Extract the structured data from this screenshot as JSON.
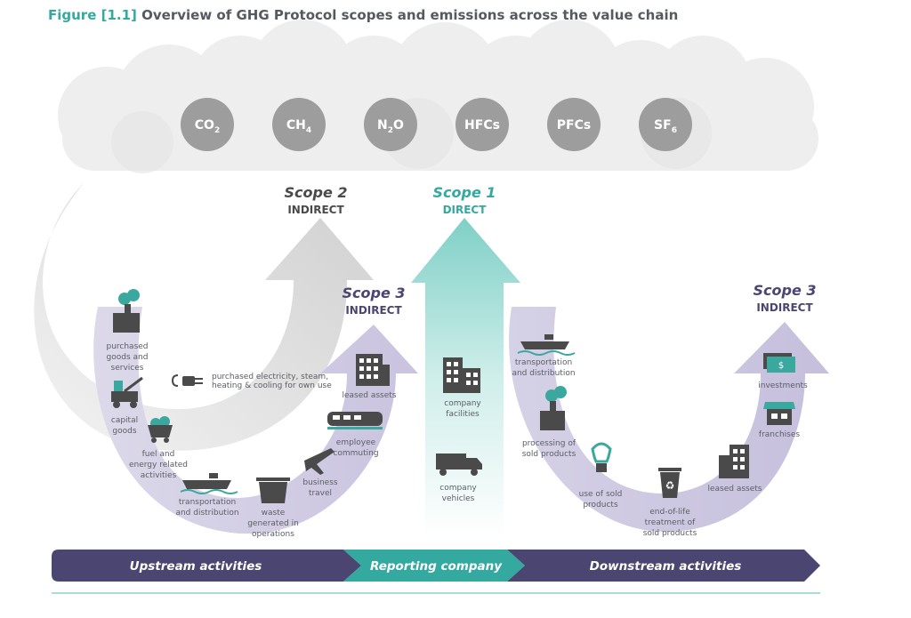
{
  "figure": {
    "number": "Figure [1.1]",
    "title": "Overview of GHG Protocol scopes and emissions across the value chain"
  },
  "gases": [
    {
      "base": "CO",
      "sub": "2"
    },
    {
      "base": "CH",
      "sub": "4"
    },
    {
      "base": "N",
      "sub": "2",
      "tail": "O"
    },
    {
      "base": "HFCs",
      "sub": ""
    },
    {
      "base": "PFCs",
      "sub": ""
    },
    {
      "base": "SF",
      "sub": "6"
    }
  ],
  "scopes": {
    "scope2": {
      "title": "Scope 2",
      "subtitle": "INDIRECT"
    },
    "scope1": {
      "title": "Scope 1",
      "subtitle": "DIRECT"
    },
    "scope3_upstream": {
      "title": "Scope 3",
      "subtitle": "INDIRECT"
    },
    "scope3_downstream": {
      "title": "Scope 3",
      "subtitle": "INDIRECT"
    }
  },
  "labels": {
    "purchased_goods": [
      "purchased",
      "goods and",
      "services"
    ],
    "capital_goods": [
      "capital",
      "goods"
    ],
    "fuel_energy": [
      "fuel and",
      "energy related",
      "activities"
    ],
    "transport_up": [
      "transportation",
      "and distribution"
    ],
    "waste": [
      "waste",
      "generated in",
      "operations"
    ],
    "business_travel": [
      "business",
      "travel"
    ],
    "employee_commuting": [
      "employee",
      "commuting"
    ],
    "leased_up": [
      "leased assets"
    ],
    "purchased_electricity": [
      "purchased electricity, steam,",
      "heating & cooling for own use"
    ],
    "company_facilities": [
      "company",
      "facilities"
    ],
    "company_vehicles": [
      "company",
      "vehicles"
    ],
    "transport_down": [
      "transportation",
      "and distribution"
    ],
    "processing": [
      "processing of",
      "sold products"
    ],
    "use_sold": [
      "use of sold",
      "products"
    ],
    "end_of_life": [
      "end-of-life",
      "treatment of",
      "sold products"
    ],
    "leased_down": [
      "leased assets"
    ],
    "franchises": [
      "franchises"
    ],
    "investments": [
      "investments"
    ]
  },
  "bands": {
    "upstream": "Upstream activities",
    "reporting": "Reporting company",
    "downstream": "Downstream activities"
  },
  "colors": {
    "teal": "#34a9a0",
    "purple": "#4b4571",
    "lavender": "#d8d4e8",
    "gray_circle": "#9d9d9d",
    "dark_icon": "#4a4a4a"
  }
}
